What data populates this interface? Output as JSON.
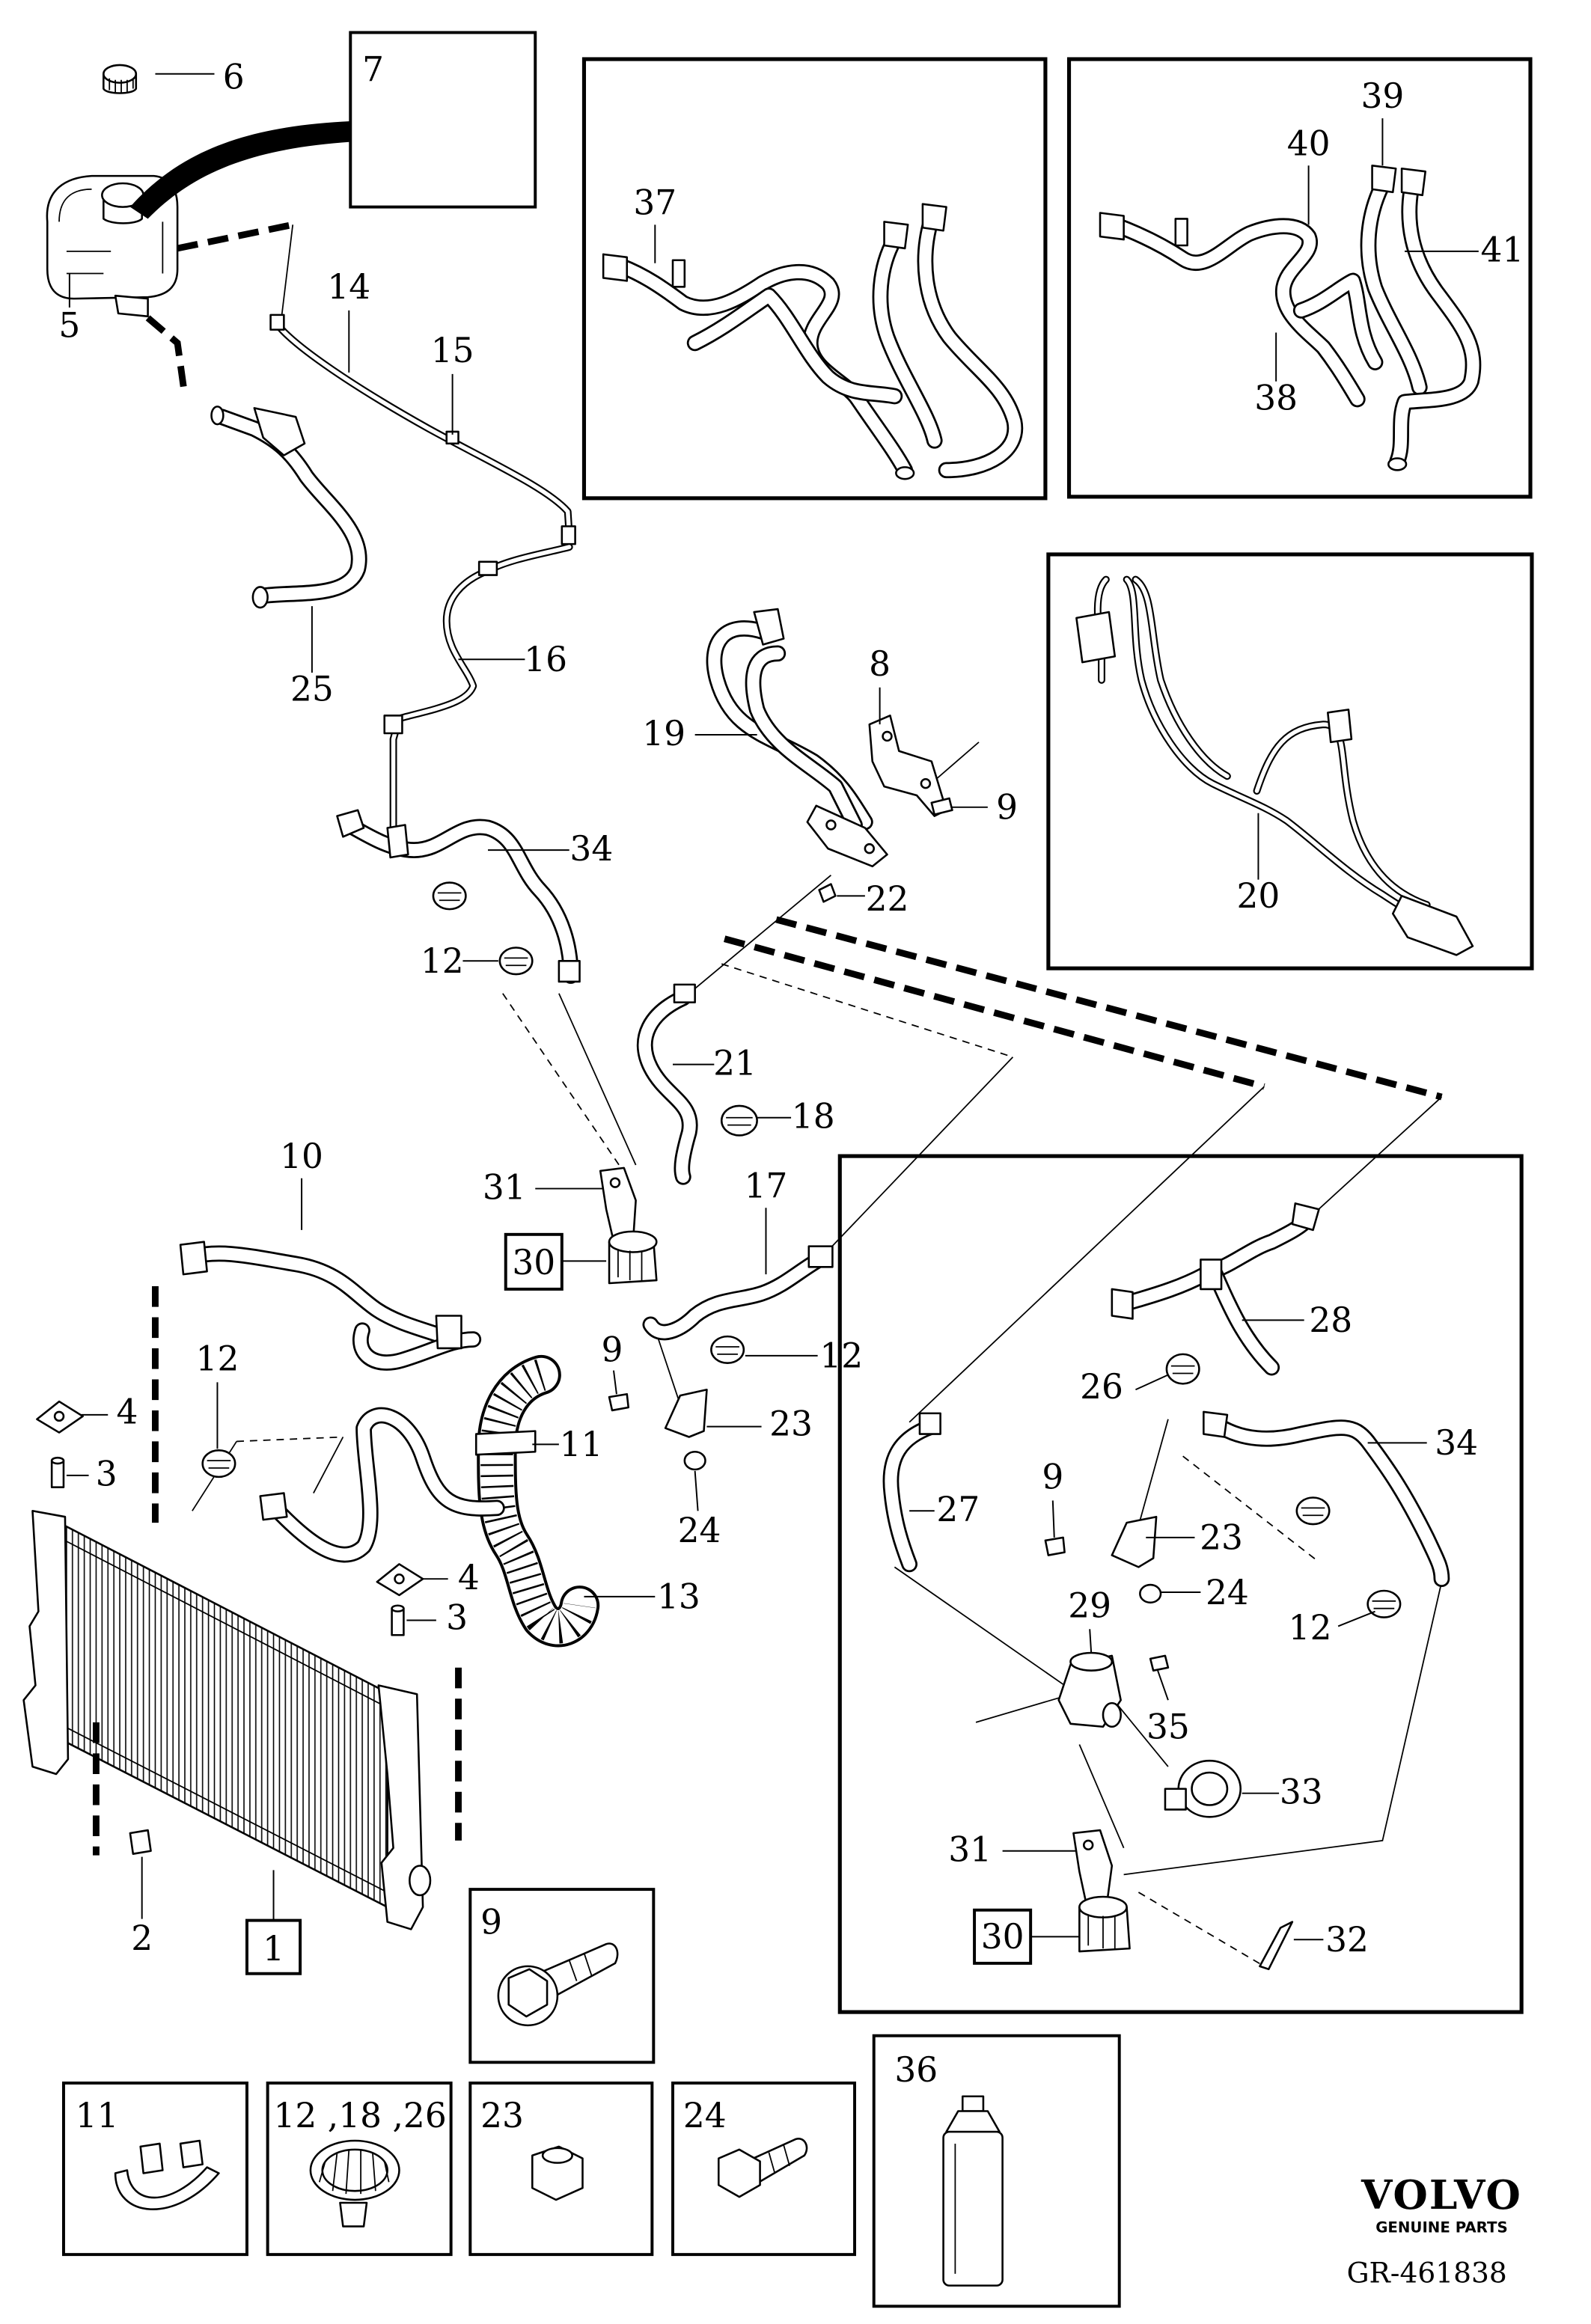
{
  "callouts": [
    "6",
    "5",
    "14",
    "15",
    "25",
    "16",
    "37",
    "39",
    "40",
    "41",
    "38",
    "8",
    "19",
    "9",
    "22",
    "20",
    "34",
    "12",
    "21",
    "18",
    "31",
    "17",
    "10",
    "12",
    "11",
    "4",
    "3",
    "4",
    "3",
    "13",
    "9",
    "12",
    "23",
    "24",
    "2",
    "28",
    "26",
    "34",
    "9",
    "27",
    "23",
    "24",
    "29",
    "12",
    "35",
    "33",
    "31",
    "32"
  ],
  "boxed_refs": [
    "7",
    "30",
    "1",
    "30"
  ],
  "insets": [
    "9",
    "11",
    "12 ,18 ,26",
    "23",
    "24",
    "36"
  ],
  "branding": {
    "brand": "VOLVO",
    "tagline": "GENUINE PARTS",
    "reference": "GR-461838"
  }
}
